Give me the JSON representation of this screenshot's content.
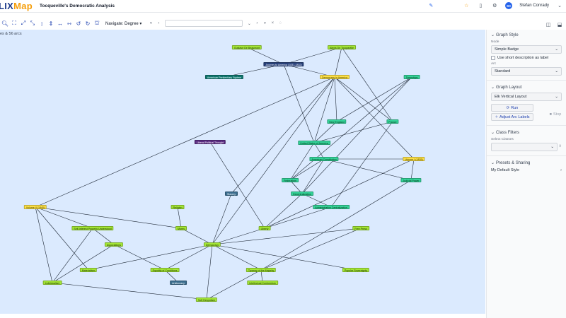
{
  "app": {
    "logo_main": "LIX",
    "logo_accent": "Map",
    "document_title": "Tocqueville's Democratic Analysis",
    "user_initials": "SC",
    "user_name": "Stefan Conrady",
    "accent_color": "#1e40af"
  },
  "toolbar": {
    "navigate_label": "Navigate: Degree",
    "navigate_chevron": "▾",
    "icons": [
      "search-icon",
      "fit-screen-icon",
      "expand-icon",
      "collapse-icon",
      "vertical-spread-icon",
      "horizontal-spread-icon",
      "horizontal-compress-icon",
      "rotate-left-icon",
      "rotate-right-icon",
      "hierarchy-icon"
    ]
  },
  "graph": {
    "count_label": "es & 56 arcs",
    "background_color": "#dbeafe",
    "edge_color": "#1f2937",
    "nodes": [
      {
        "id": "beaumont",
        "label": "Gustave De Beaumont",
        "color": "lime"
      },
      {
        "id": "tocqueville",
        "label": "Alexis De Tocqueville",
        "color": "lime"
      },
      {
        "id": "journey",
        "label": "Journey to America (1831-1832)",
        "color": "navy"
      },
      {
        "id": "penitentiary",
        "label": "American Penitentiary System",
        "color": "teal"
      },
      {
        "id": "dia",
        "label": "Democracy in America",
        "color": "yellow"
      },
      {
        "id": "townships",
        "label": "Townships",
        "color": "green"
      },
      {
        "id": "newengland",
        "label": "New England",
        "color": "green"
      },
      {
        "id": "france",
        "label": "France",
        "color": "green"
      },
      {
        "id": "liberal",
        "label": "Liberal Political Thought",
        "color": "purple"
      },
      {
        "id": "usa",
        "label": "United States of America",
        "color": "green"
      },
      {
        "id": "constitution",
        "label": "American Constitution",
        "color": "green"
      },
      {
        "id": "vol1",
        "label": "Volume I (1835)",
        "color": "yellow"
      },
      {
        "id": "federalism",
        "label": "Federalism",
        "color": "green"
      },
      {
        "id": "judicial",
        "label": "Judicial Power",
        "color": "green"
      },
      {
        "id": "decentral",
        "label": "Decentralization",
        "color": "green"
      },
      {
        "id": "slavery",
        "label": "Slavery",
        "color": "steel"
      },
      {
        "id": "admin",
        "label": "Administrative Centralization",
        "color": "green"
      },
      {
        "id": "vol2",
        "label": "Volume II (1840)",
        "color": "yellow"
      },
      {
        "id": "religion",
        "label": "Religion",
        "color": "lime"
      },
      {
        "id": "selfinterest",
        "label": "Self-Interest Properly Understood",
        "color": "lime"
      },
      {
        "id": "mores",
        "label": "Mores",
        "color": "lime"
      },
      {
        "id": "liberty",
        "label": "Liberty",
        "color": "lime"
      },
      {
        "id": "freepress",
        "label": "Free Press",
        "color": "lime"
      },
      {
        "id": "associations",
        "label": "Associations",
        "color": "lime"
      },
      {
        "id": "democracy",
        "label": "Democracy",
        "color": "lime"
      },
      {
        "id": "materialism",
        "label": "Materialism",
        "color": "lime"
      },
      {
        "id": "equality",
        "label": "Equality of Conditions",
        "color": "lime"
      },
      {
        "id": "tyranny",
        "label": "Tyranny of the Majority",
        "color": "lime"
      },
      {
        "id": "popular",
        "label": "Popular Sovereignty",
        "color": "lime"
      },
      {
        "id": "individualism",
        "label": "Individualism",
        "color": "lime"
      },
      {
        "id": "aristocracy",
        "label": "Aristocracy",
        "color": "steel"
      },
      {
        "id": "conformism",
        "label": "Intellectual Conformism",
        "color": "lime"
      },
      {
        "id": "despotism",
        "label": "Soft Despotism",
        "color": "lime"
      }
    ],
    "edges": [
      [
        "beaumont",
        "journey"
      ],
      [
        "tocqueville",
        "journey"
      ],
      [
        "tocqueville",
        "dia"
      ],
      [
        "tocqueville",
        "france"
      ],
      [
        "journey",
        "penitentiary"
      ],
      [
        "journey",
        "dia"
      ],
      [
        "journey",
        "usa"
      ],
      [
        "dia",
        "vol1"
      ],
      [
        "dia",
        "vol2"
      ],
      [
        "dia",
        "usa"
      ],
      [
        "dia",
        "france"
      ],
      [
        "dia",
        "newengland"
      ],
      [
        "dia",
        "democracy"
      ],
      [
        "dia",
        "slavery"
      ],
      [
        "townships",
        "newengland"
      ],
      [
        "townships",
        "decentral"
      ],
      [
        "townships",
        "federalism"
      ],
      [
        "newengland",
        "usa"
      ],
      [
        "france",
        "usa"
      ],
      [
        "france",
        "admin"
      ],
      [
        "liberal",
        "liberty"
      ],
      [
        "usa",
        "constitution"
      ],
      [
        "usa",
        "federalism"
      ],
      [
        "constitution",
        "federalism"
      ],
      [
        "constitution",
        "judicial"
      ],
      [
        "constitution",
        "decentral"
      ],
      [
        "vol1",
        "judicial"
      ],
      [
        "vol1",
        "constitution"
      ],
      [
        "vol1",
        "liberty"
      ],
      [
        "federalism",
        "decentral"
      ],
      [
        "decentral",
        "admin"
      ],
      [
        "decentral",
        "liberty"
      ],
      [
        "slavery",
        "democracy"
      ],
      [
        "admin",
        "liberty"
      ],
      [
        "vol2",
        "selfinterest"
      ],
      [
        "vol2",
        "individualism"
      ],
      [
        "vol2",
        "materialism"
      ],
      [
        "vol2",
        "mores"
      ],
      [
        "religion",
        "mores"
      ],
      [
        "mores",
        "democracy"
      ],
      [
        "selfinterest",
        "individualism"
      ],
      [
        "selfinterest",
        "associations"
      ],
      [
        "liberty",
        "democracy"
      ],
      [
        "freepress",
        "democracy"
      ],
      [
        "freepress",
        "tyranny"
      ],
      [
        "associations",
        "individualism"
      ],
      [
        "associations",
        "equality"
      ],
      [
        "democracy",
        "equality"
      ],
      [
        "democracy",
        "tyranny"
      ],
      [
        "democracy",
        "popular"
      ],
      [
        "democracy",
        "materialism"
      ],
      [
        "democracy",
        "despotism"
      ],
      [
        "equality",
        "aristocracy"
      ],
      [
        "tyranny",
        "conformism"
      ],
      [
        "tyranny",
        "despotism"
      ],
      [
        "individualism",
        "despotism"
      ],
      [
        "judicial",
        "tyranny"
      ]
    ]
  },
  "panel": {
    "graph_style_header": "Graph Style",
    "node_label": "Node",
    "node_select": "Simple Badge",
    "short_desc_label": "Use short description as label",
    "arc_label": "Arc",
    "arc_select": "Standard",
    "graph_layout_header": "Graph Layout",
    "layout_select": "Elk Vertical Layout",
    "run_label": "Run",
    "adjust_label": "Adjust Arc Labels",
    "stop_label": "Stop",
    "class_filters_header": "Class Filters",
    "select_classes_label": "Select Classes",
    "presets_header": "Presets & Sharing",
    "my_default_style": "My Default Style"
  }
}
